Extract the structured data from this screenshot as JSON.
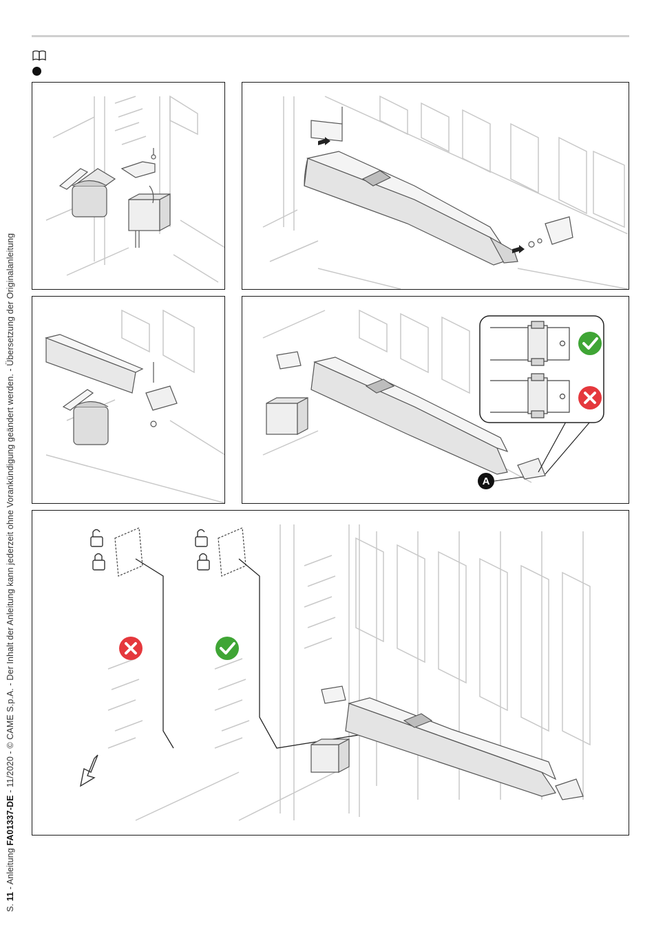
{
  "footer": {
    "page_prefix": "S.",
    "page_number": "11",
    "sep1": " - Anleitung ",
    "doc_code": "FA01337-DE",
    "rest": " - 11/2020 - © CAME S.p.A. - Der Inhalt der Anleitung kann jederzeit ohne Vorankündigung geändert werden. - Übersetzung der Originalanleitung"
  },
  "figures": {
    "detail_label": "A"
  },
  "colors": {
    "ok": "#3fa535",
    "wrong": "#e5383d",
    "line": "#555555",
    "wall": "#c8c8c8"
  },
  "icons": [
    "book-icon",
    "bullet-icon",
    "check-icon",
    "cross-icon",
    "lock-open-icon",
    "lock-closed-icon",
    "arrow-down-icon"
  ]
}
